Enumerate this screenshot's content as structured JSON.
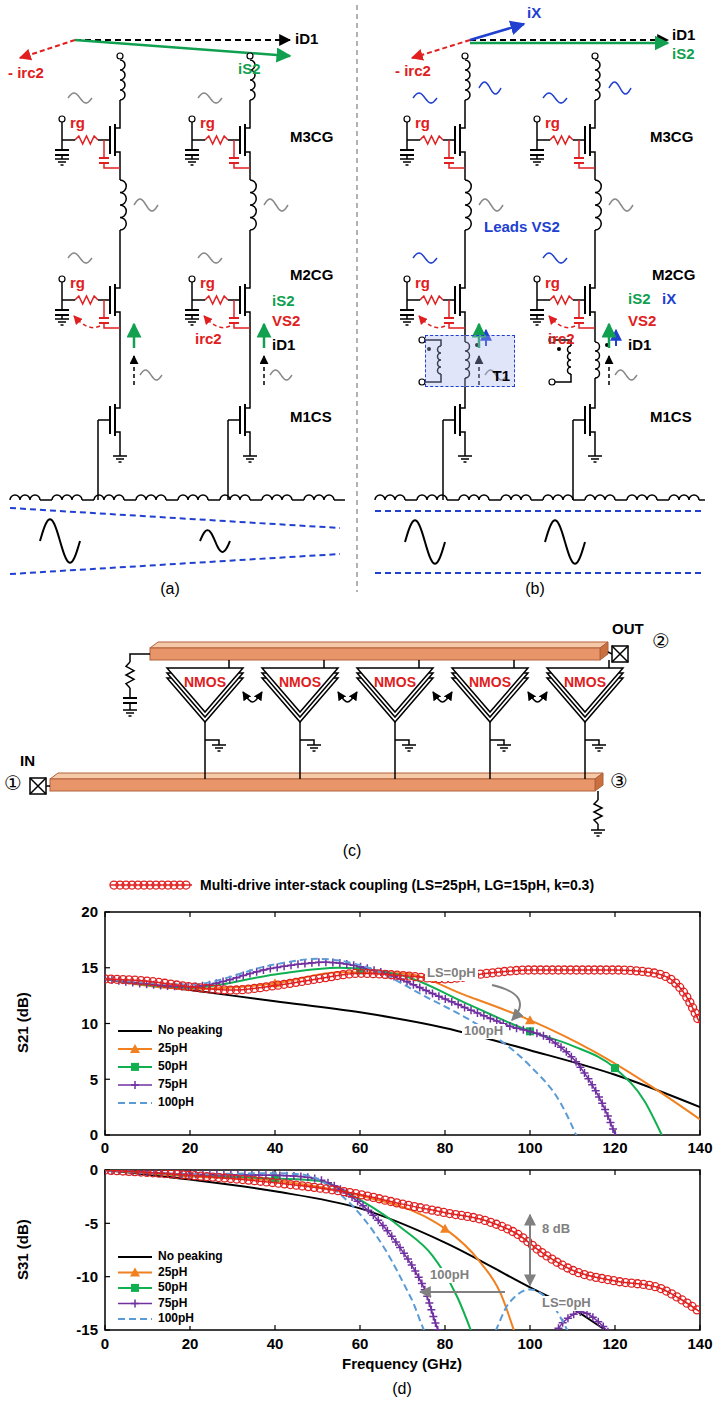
{
  "diagram": {
    "nodes": [
      {
        "text": [
          "T1"
        ]
      },
      {
        "text": [
          "NMOS"
        ]
      },
      {
        "text": [
          "NMOS"
        ]
      },
      {
        "text": [
          "NMOS"
        ]
      },
      {
        "text": [
          "NMOS"
        ]
      },
      {
        "text": [
          "NMOS"
        ]
      }
    ],
    "edges": [
      {
        "from": 1,
        "to": 2,
        "arrow": "both"
      },
      {
        "from": 2,
        "to": 3,
        "arrow": "both"
      },
      {
        "from": 3,
        "to": 4,
        "arrow": "both"
      },
      {
        "from": 4,
        "to": 5,
        "arrow": "both"
      }
    ],
    "labels": [
      "iD1",
      "- irc2",
      "iS2",
      "rg",
      "rg",
      "rg",
      "rg",
      "M3CG",
      "M2CG",
      "iS2",
      "VS2",
      "iD1",
      "irc2",
      "M1CS",
      "(a)",
      "iX",
      "iD1",
      "iS2",
      "- irc2",
      "rg",
      "rg",
      "rg",
      "rg",
      "M3CG",
      "Leads VS2",
      "M2CG",
      "iS2",
      "iX",
      "irc2",
      "VS2",
      "iD1",
      "M1CS",
      "(b)",
      "OUT",
      "②",
      "IN",
      "①",
      "③",
      "(c)",
      "S21 (dB)",
      "20",
      "15",
      "10",
      "5",
      "0",
      "0",
      "20",
      "40",
      "60",
      "80",
      "100",
      "120",
      "140",
      "LS=0pH",
      "100pH",
      "S31 (dB)",
      "0",
      "-5",
      "-10",
      "-15",
      "0",
      "20",
      "40",
      "60",
      "80",
      "100",
      "120",
      "140",
      "Frequency (GHz)",
      "8 dB",
      "100pH",
      "LS=0pH",
      "(d)"
    ],
    "legend": [
      {
        "text": "Multi-drive inter-stack coupling (LS=25pH, LG=15pH, k=0.3)"
      },
      {
        "text": "No peaking"
      },
      {
        "text": "25pH"
      },
      {
        "text": "50pH"
      },
      {
        "text": "75pH"
      },
      {
        "text": "100pH"
      },
      {
        "text": "No peaking"
      },
      {
        "text": "25pH"
      },
      {
        "text": "50pH"
      },
      {
        "text": "75pH"
      },
      {
        "text": "100pH"
      }
    ]
  }
}
